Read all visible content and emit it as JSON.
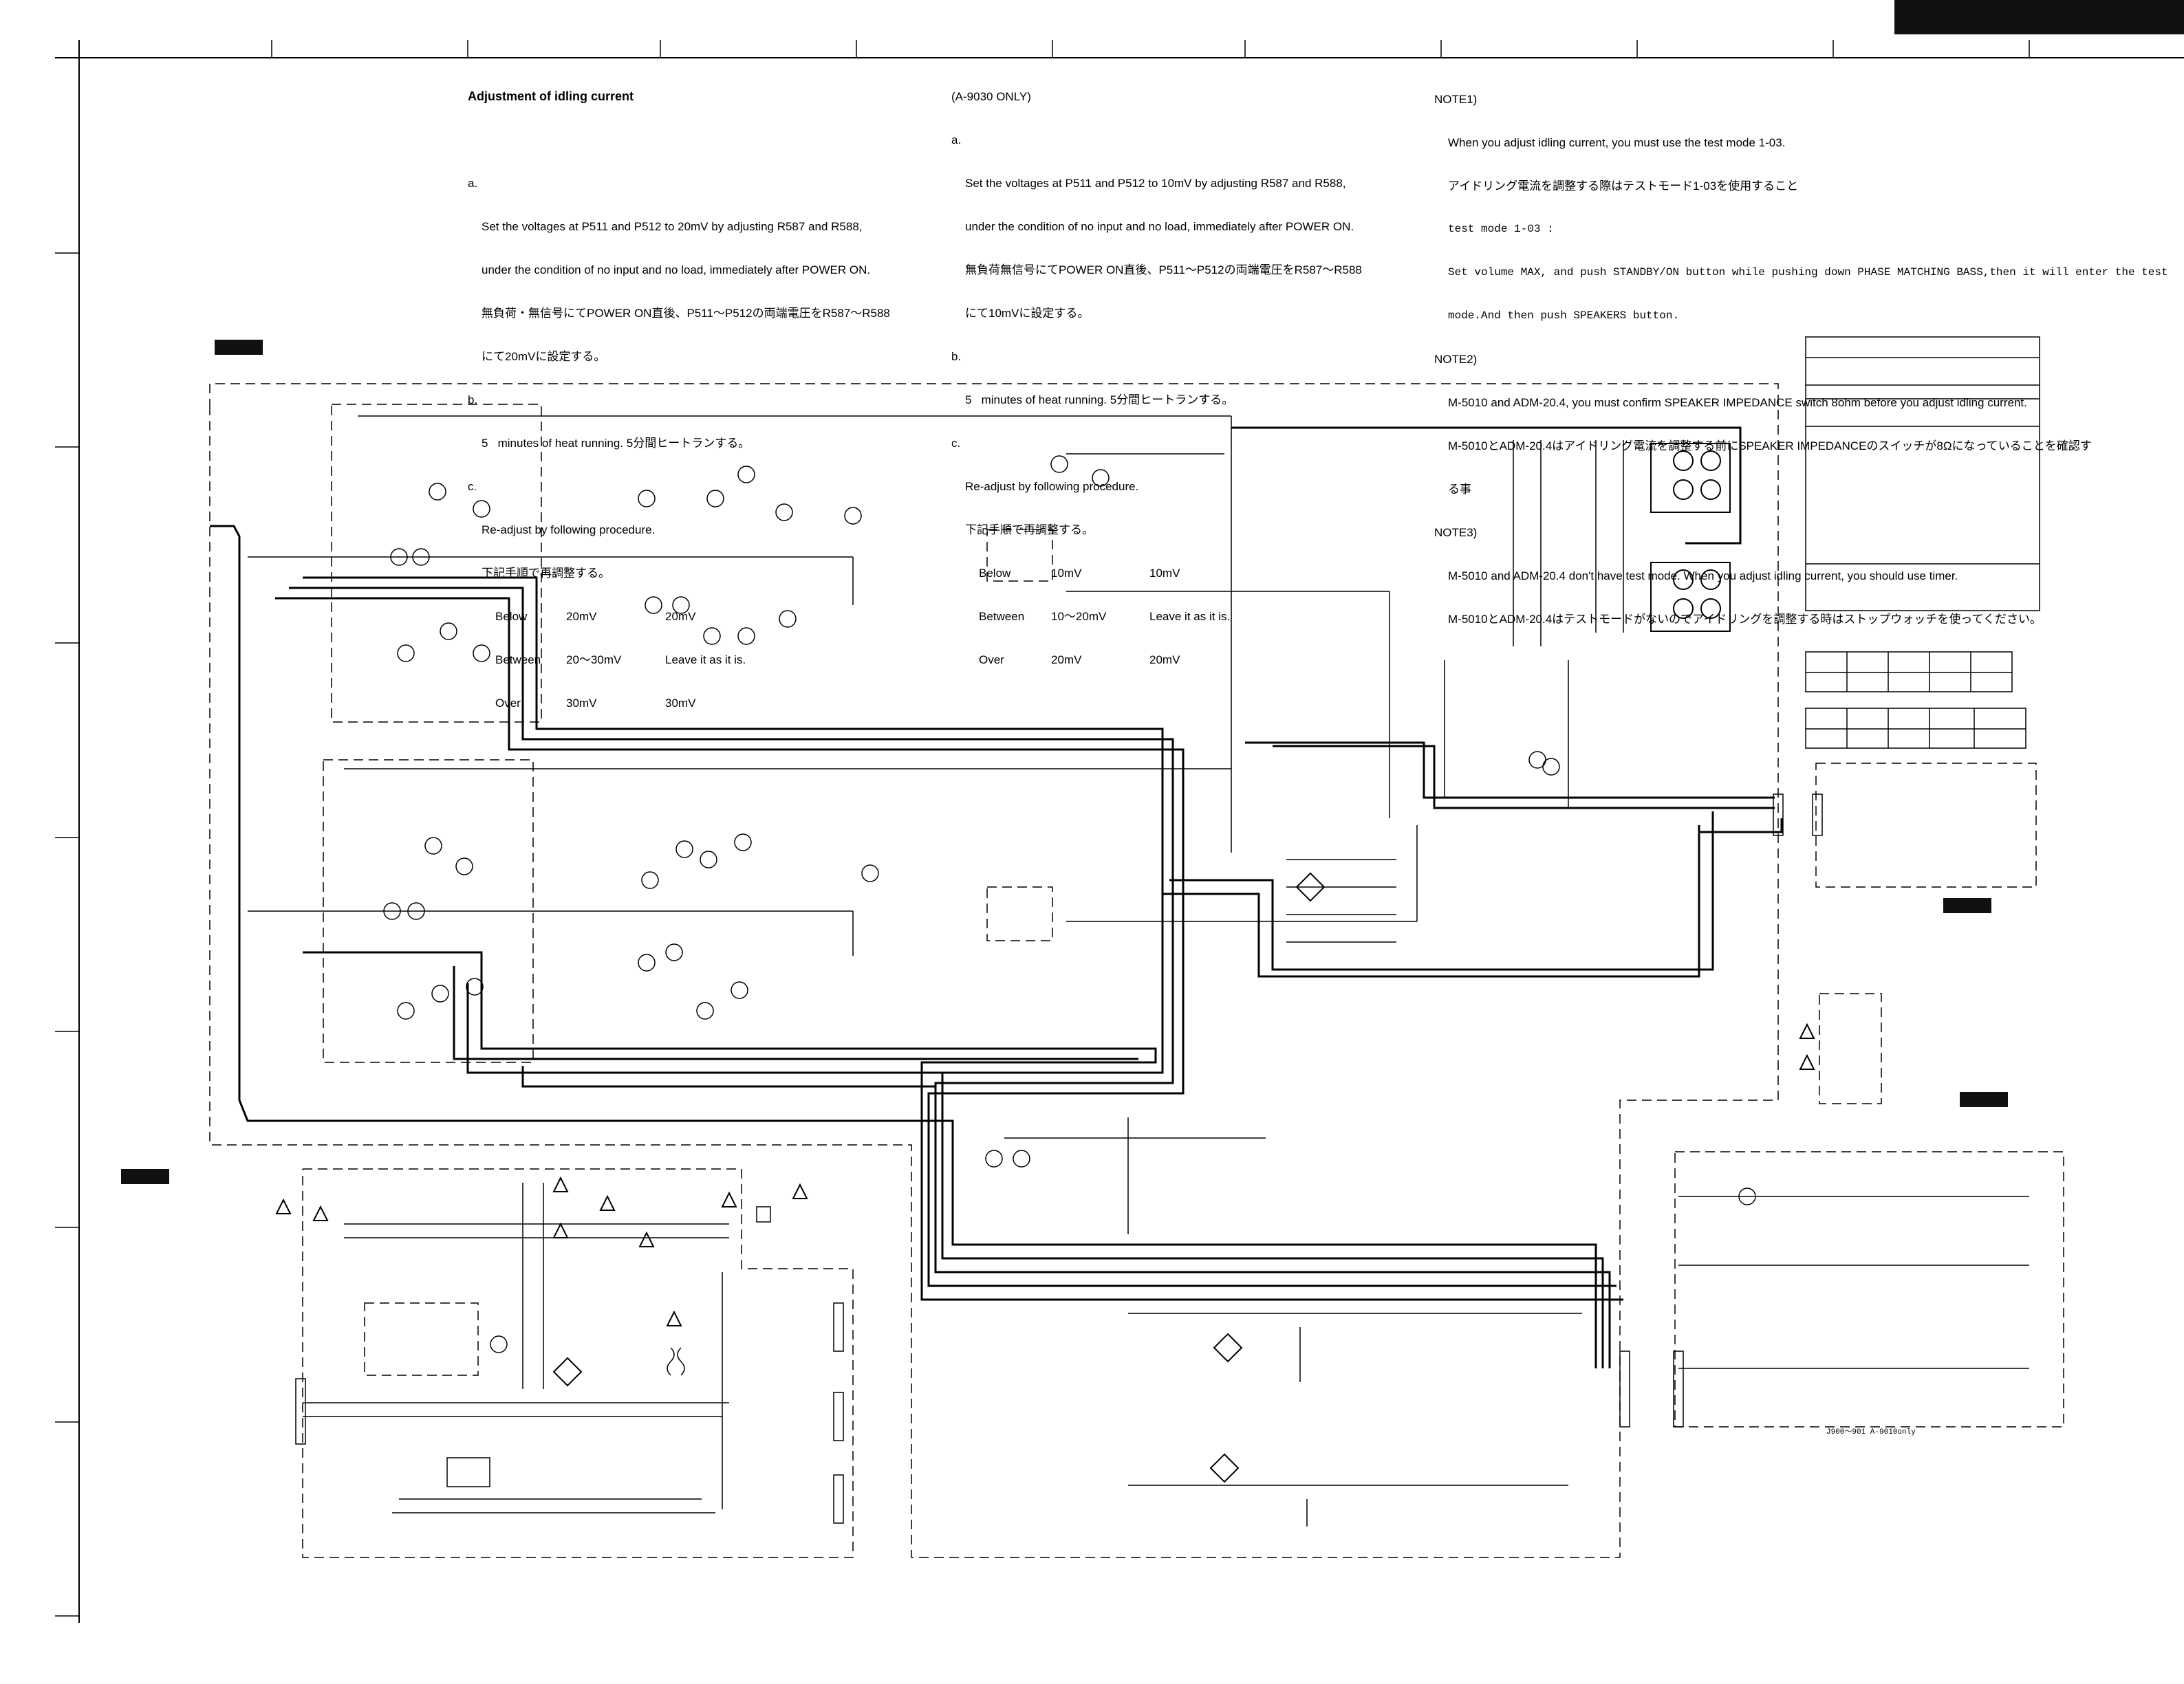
{
  "section_left": {
    "title": "Adjustment of idling current",
    "a_label": "a.",
    "a_text_1": "Set the voltages at P511 and P512 to 20mV by adjusting R587 and R588,",
    "a_text_2": "under the condition of no input and no load, immediately after POWER ON.",
    "a_text_jp_1": "無負荷・無信号にてPOWER ON直後、P511～P512の両端電圧をR587～R588",
    "a_text_jp_2": "にて20mVに設定する。",
    "b_label": "b.",
    "b_text": "5   minutes of heat running. 5分間ヒートランする。",
    "c_label": "c.",
    "c_text": "Re-adjust by following procedure.",
    "c_text_jp": "下記手順で再調整する。",
    "procedure": [
      {
        "cond": "Below",
        "range": "20mV",
        "action": "20mV"
      },
      {
        "cond": "Between",
        "range": "20～30mV",
        "action": "Leave it as it is."
      },
      {
        "cond": "Over",
        "range": "30mV",
        "action": "30mV"
      }
    ]
  },
  "section_mid": {
    "title": "(A-9030 ONLY)",
    "a_label": "a.",
    "a_text_1": "Set the voltages at P511 and P512 to 10mV by adjusting R587 and R588,",
    "a_text_2": "under the condition of no input and no load, immediately after POWER ON.",
    "a_text_jp_1": "無負荷無信号にてPOWER ON直後、P511～P512の両端電圧をR587～R588",
    "a_text_jp_2": "にて10mVに設定する。",
    "b_label": "b.",
    "b_text": "5   minutes of heat running. 5分間ヒートランする。",
    "c_label": "c.",
    "c_text": "Re-adjust by following procedure.",
    "c_text_jp": "下記手順で再調整する。",
    "procedure": [
      {
        "cond": "Below",
        "range": "10mV",
        "action": "10mV"
      },
      {
        "cond": "Between",
        "range": "10～20mV",
        "action": "Leave it as it is."
      },
      {
        "cond": "Over",
        "range": "20mV",
        "action": "20mV"
      }
    ]
  },
  "section_notes": {
    "note1_head": "NOTE1)",
    "note1_text": "When you adjust idling current, you must use the test mode 1-03.",
    "note1_jp": "アイドリング電流を調整する際はテストモード1-03を使用すること",
    "note1_mono_1": "test mode 1-03 :",
    "note1_mono_2": "Set volume MAX, and push STANDBY/ON button while pushing down PHASE MATCHING BASS,then it will enter the test",
    "note1_mono_3": "mode.And then push SPEAKERS button.",
    "note2_head": "NOTE2)",
    "note2_text": "M-5010 and ADM-20.4, you must confirm SPEAKER IMPEDANCE switch 8ohm before you adjust idling current.",
    "note2_jp_1": "M-5010とADM-20.4はアイドリング電流を調整する前にSPEAKER IMPEDANCEのスイッチが8Ωになっていることを確認す",
    "note2_jp_2": "る事",
    "note3_head": "NOTE3)",
    "note3_text": "M-5010 and ADM-20.4 don't have test mode. When you adjust idling current, you should use timer.",
    "note3_jp": "M-5010とADM-20.4はテストモードがないのでアイドリングを調整する時はストップウォッチを使ってください。"
  },
  "footnote": "J900～901  A-9010only",
  "colors": {
    "ink": "#000000",
    "paper": "#ffffff",
    "block": "#111111"
  }
}
